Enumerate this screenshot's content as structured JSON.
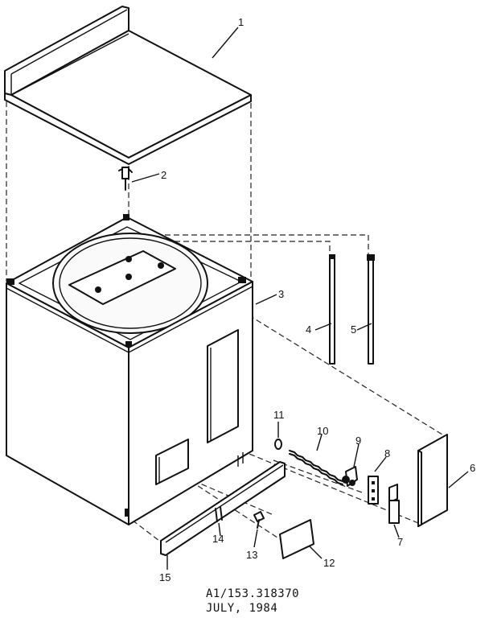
{
  "callouts": {
    "c1": "1",
    "c2": "2",
    "c3": "3",
    "c4": "4",
    "c5": "5",
    "c6": "6",
    "c7": "7",
    "c8": "8",
    "c9": "9",
    "c10": "10",
    "c11": "11",
    "c12": "12",
    "c13": "13",
    "c14": "14",
    "c15": "15"
  },
  "footer": {
    "line1": "A1/153.318370",
    "line2": "JULY, 1984"
  }
}
